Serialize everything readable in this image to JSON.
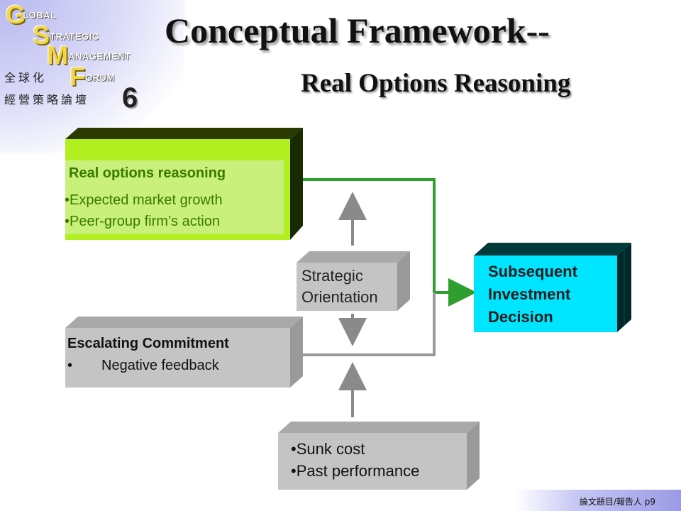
{
  "logo": {
    "g_letter": "G",
    "g_word": "LOBAL",
    "s_letter": "S",
    "s_word": "TRATEGIC",
    "m_letter": "M",
    "m_word": "ANAGEMENT",
    "f_letter": "F",
    "f_word": "ORUM",
    "cjk_line1": "全球化",
    "cjk_line2": "經營策略論壇",
    "number": "6"
  },
  "title": {
    "main": "Conceptual Framework--",
    "sub": "Real Options Reasoning"
  },
  "boxes": {
    "real_options": {
      "title": "Real options reasoning",
      "items": [
        "•Expected market growth",
        "•Peer-group firm’s action"
      ]
    },
    "strategic_orientation": {
      "lines": [
        "Strategic",
        "Orientation"
      ]
    },
    "subsequent_investment": {
      "lines": [
        "Subsequent",
        "Investment",
        "Decision"
      ]
    },
    "escalating_commitment": {
      "title": "Escalating Commitment",
      "bullet": "•",
      "item": "Negative feedback"
    },
    "sunk_cost": {
      "items": [
        "•Sunk cost",
        "•Past performance"
      ]
    }
  },
  "colors": {
    "green_box_front": "#b2ef20",
    "green_box_dark": "#1a2a00",
    "cyan_box_front": "#00e5ff",
    "cyan_box_dark": "#002a2a",
    "gray_box_front": "#c4c4c4",
    "gray_box_side": "#a9a9a9",
    "green_connector": "#2e9e2e",
    "gray_connector": "#9a9a9a"
  },
  "footer": {
    "text": "論文題目/報告人 p9"
  }
}
